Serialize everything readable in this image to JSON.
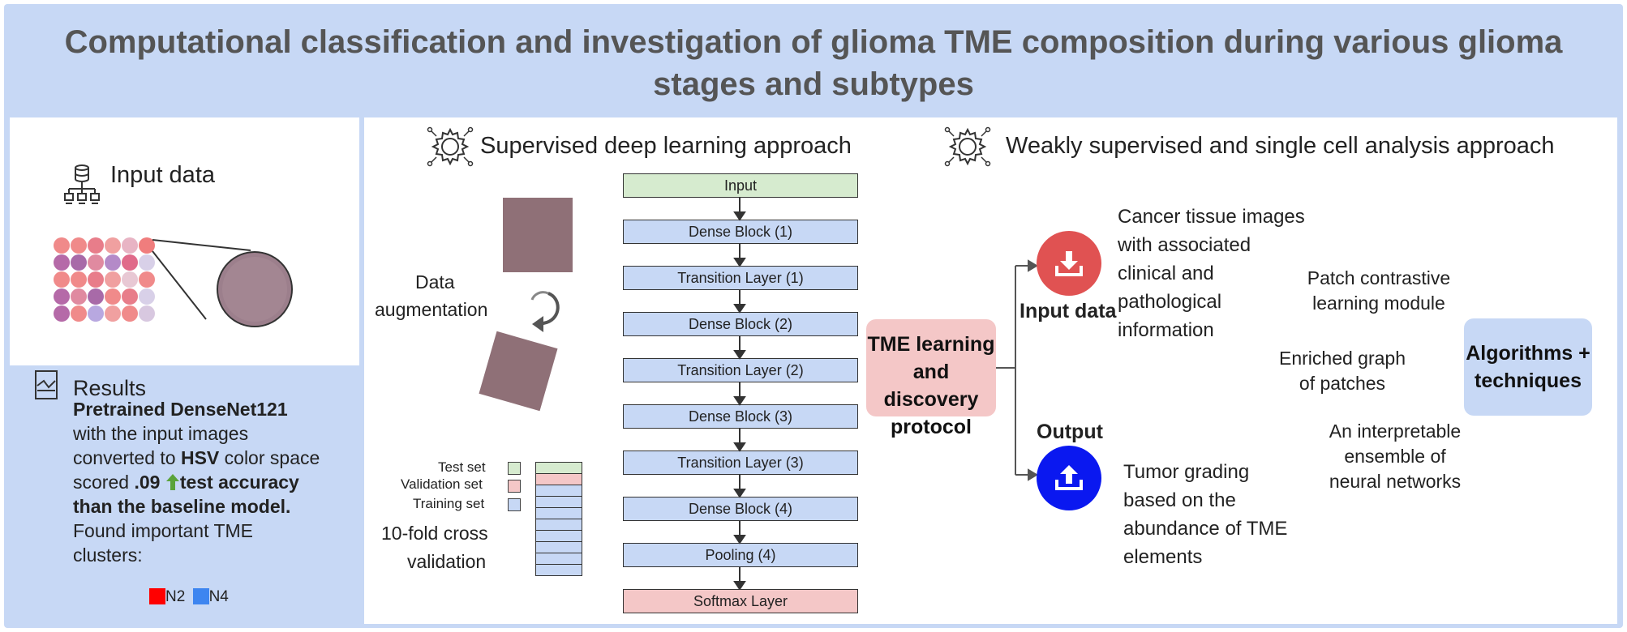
{
  "title": "Computational classification and investigation of glioma TME composition during various glioma stages and subtypes",
  "input_panel": {
    "label": "Input data"
  },
  "results_panel": {
    "label": "Results",
    "line1_bold": "Pretrained DenseNet121",
    "line2": "with the input images",
    "line3_pre": "converted to ",
    "line3_bold": "HSV",
    "line3_post": " color space",
    "line4_pre": "scored ",
    "line4_bold": ".09",
    "line4_bold2": "test accuracy",
    "line5_bold": "than the baseline model.",
    "line6": "Found important TME",
    "line7": "clusters:",
    "clusters": [
      {
        "label": "N2",
        "color": "#ff0000"
      },
      {
        "label": "N4",
        "color": "#3d85f0"
      }
    ]
  },
  "supervised": {
    "header": "Supervised deep learning approach",
    "augmentation_line1": "Data",
    "augmentation_line2": "augmentation",
    "legend": [
      "Test set",
      "Validation set",
      "Training set"
    ],
    "cv_line1": "10-fold cross",
    "cv_line2": "validation",
    "layers": [
      "Input",
      "Dense Block (1)",
      "Transition Layer (1)",
      "Dense Block (2)",
      "Transition Layer (2)",
      "Dense Block (3)",
      "Transition Layer (3)",
      "Dense Block (4)",
      "Pooling  (4)",
      "Softmax Layer"
    ]
  },
  "weakly": {
    "header": "Weakly supervised and single cell analysis approach",
    "protocol_line1": "TME learning",
    "protocol_line2": "and discovery",
    "protocol_line3": "protocol",
    "input_label": "Input data",
    "output_label": "Output",
    "input_desc": [
      "Cancer tissue images",
      "with associated",
      "clinical and",
      "pathological",
      "information"
    ],
    "output_desc": [
      "Tumor grading",
      "based on the",
      "abundance of TME",
      "elements"
    ],
    "technique1": [
      "Patch contrastive",
      "learning module"
    ],
    "technique2": [
      "Enriched graph",
      "of patches"
    ],
    "technique3": [
      "An interpretable",
      "ensemble of",
      "neural networks"
    ],
    "algorithms_line1": "Algorithms +",
    "algorithms_line2": "techniques",
    "colors": {
      "input_circle": "#e05252",
      "output_circle": "#0a18f0"
    }
  }
}
